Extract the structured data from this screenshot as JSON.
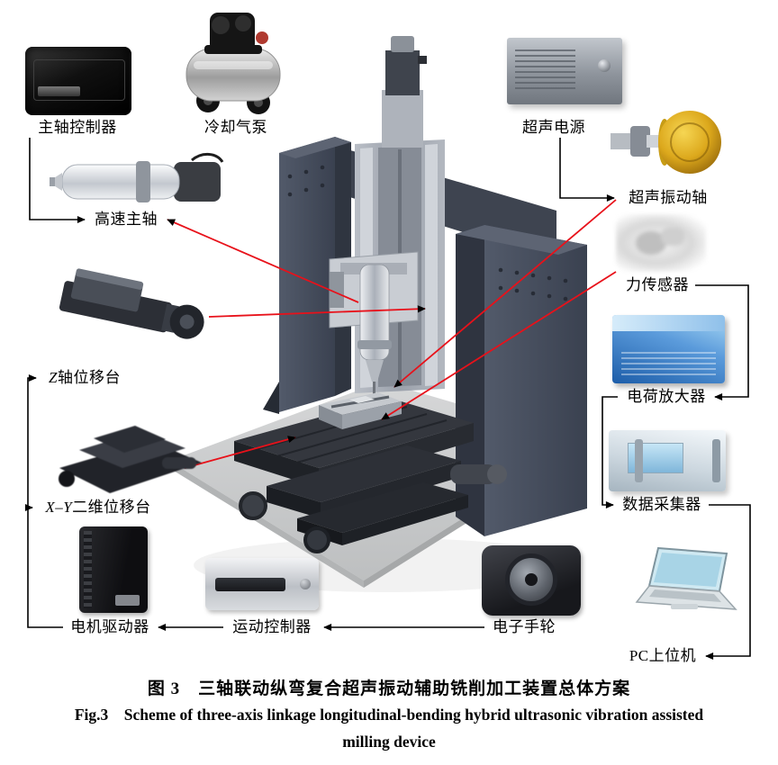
{
  "figure_caption": {
    "cn": "图 3　三轴联动纵弯复合超声振动辅助铣削加工装置总体方案",
    "en_line1": "Fig.3  Scheme of three-axis linkage longitudinal-bending hybrid ultrasonic vibration assisted",
    "en_line2": "milling device"
  },
  "labels": {
    "spindle_controller": "主轴控制器",
    "cooling_air_pump": "冷却气泵",
    "ultrasonic_power": "超声电源",
    "ultrasonic_vibration_axis": "超声振动轴",
    "high_speed_spindle": "高速主轴",
    "z_stage_prefix": "Z",
    "z_stage_suffix": "轴位移台",
    "force_sensor": "力传感器",
    "charge_amplifier": "电荷放大器",
    "xy_stage_prefix": "X–Y",
    "xy_stage_suffix": "二维位移台",
    "data_acquisition": "数据采集器",
    "motor_driver": "电机驱动器",
    "motion_controller": "运动控制器",
    "electronic_handwheel": "电子手轮",
    "pc_host": "PC上位机"
  },
  "colors": {
    "pointer_line_red": "#e8111a",
    "connector_line_black": "#000000",
    "machine_frame": "#434b5a",
    "transducer_gold": "#d9a51d",
    "charge_amplifier_blue": "#2f6fc0"
  }
}
